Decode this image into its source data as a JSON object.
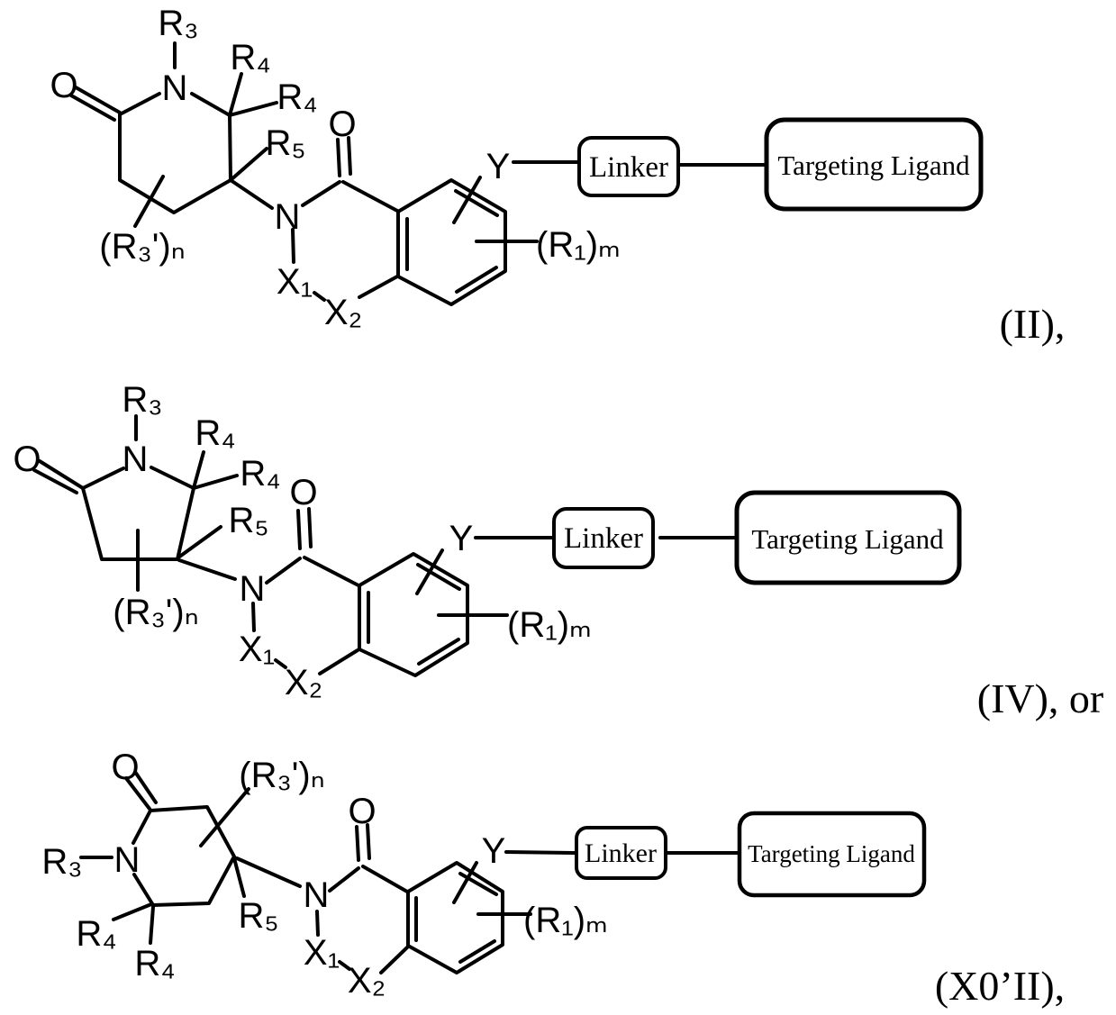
{
  "figure": {
    "background_color": "#ffffff",
    "line_color": "#000000",
    "structures": [
      {
        "name": "formula-II",
        "formula_label": "(II),",
        "ring_type": "6-membered-lactam",
        "labels": {
          "r3": "R₃",
          "ring_n": "N",
          "ketone_o": "O",
          "r4_a": "R₄",
          "r4_b": "R₄",
          "r5": "R₅",
          "r3_prime": "(R₃')ₙ",
          "amide_n": "N",
          "amide_o": "O",
          "x1": "X₁",
          "x2": "X₂",
          "y": "Y",
          "r1": "(R₁)ₘ"
        },
        "linker_label": "Linker",
        "targeting_ligand_label": "Targeting Ligand"
      },
      {
        "name": "formula-IV",
        "formula_label": "(IV), or",
        "ring_type": "5-membered-lactam",
        "labels": {
          "r3": "R₃",
          "ring_n": "N",
          "ketone_o": "O",
          "r4_a": "R₄",
          "r4_b": "R₄",
          "r5": "R₅",
          "r3_prime": "(R₃')ₙ",
          "amide_n": "N",
          "amide_o": "O",
          "x1": "X₁",
          "x2": "X₂",
          "y": "Y",
          "r1": "(R₁)ₘ"
        },
        "linker_label": "Linker",
        "targeting_ligand_label": "Targeting Ligand"
      },
      {
        "name": "formula-X0II",
        "formula_label": "(X0’II),",
        "ring_type": "6-membered-lactam",
        "labels": {
          "r3": "R₃",
          "ring_n": "N",
          "ketone_o": "O",
          "r4_a": "R₄",
          "r4_b": "R₄",
          "r5": "R₅",
          "r3_prime": "(R₃')ₙ",
          "amide_n": "N",
          "amide_o": "O",
          "x1": "X₁",
          "x2": "X₂",
          "y": "Y",
          "r1": "(R₁)ₘ"
        },
        "linker_label": "Linker",
        "targeting_ligand_label": "Targeting Ligand"
      }
    ]
  }
}
